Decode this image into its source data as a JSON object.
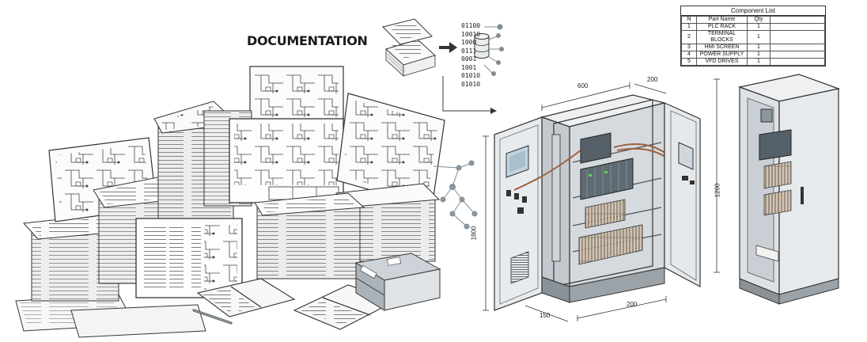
{
  "title": "DOCUMENTATION",
  "component_list": {
    "title": "Component List",
    "headers": [
      "N",
      "Part Name",
      "Qty"
    ],
    "rows": [
      {
        "n": "1",
        "part": "PLC RACK",
        "qty": "1"
      },
      {
        "n": "2",
        "part": "TERMINAL BLOCKS",
        "qty": "1"
      },
      {
        "n": "3",
        "part": "HMI SCREEN",
        "qty": "1"
      },
      {
        "n": "4",
        "part": "POWER SUPPLY",
        "qty": "1"
      },
      {
        "n": "5",
        "part": "VFD DRIVES",
        "qty": "1"
      }
    ]
  },
  "binary_lines": [
    "01100",
    "10010",
    "1000",
    "0111",
    "0001",
    "1001",
    "01010",
    "01010"
  ],
  "dimensions": {
    "width_top": "600",
    "depth_top": "200",
    "height_left": "1800",
    "height_right": "1200",
    "width_bottom": "200",
    "depth_bottom": "150"
  },
  "colors": {
    "line": "#2b2b2b",
    "paper": "#fafafa",
    "cabinet": "#e4e7ea",
    "cabinet_dark": "#b9bfc5",
    "plc": "#556068",
    "cable": "#a0603c",
    "network": "#7f8c95"
  }
}
